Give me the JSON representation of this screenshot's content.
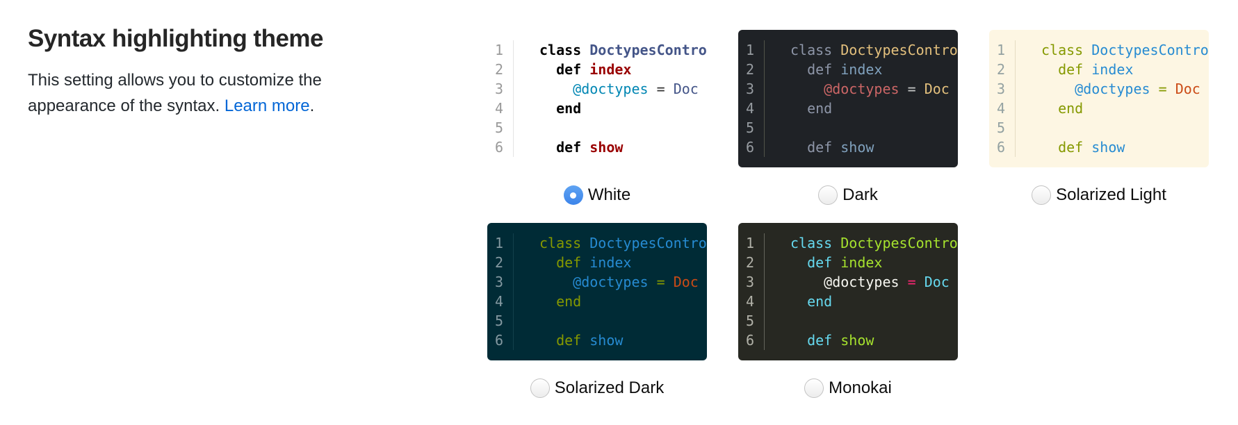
{
  "title": "Syntax highlighting theme",
  "description": {
    "text": "This setting allows you to customize the appearance of the syntax. ",
    "link_label": "Learn more",
    "suffix": "."
  },
  "accent": {
    "link_blue": "#0366d6",
    "radio_selected_blue": "#4a90e2"
  },
  "code_sample": {
    "line_numbers": [
      "1",
      "2",
      "3",
      "4",
      "5",
      "6"
    ],
    "lines": [
      [
        {
          "type": "keyword",
          "text": "class"
        },
        {
          "type": "plain",
          "text": " "
        },
        {
          "type": "classname",
          "text": "DoctypesContro"
        }
      ],
      [
        {
          "type": "plain",
          "text": "  "
        },
        {
          "type": "keyword",
          "text": "def"
        },
        {
          "type": "plain",
          "text": " "
        },
        {
          "type": "method",
          "text": "index"
        }
      ],
      [
        {
          "type": "plain",
          "text": "    "
        },
        {
          "type": "ivar",
          "text": "@doctypes"
        },
        {
          "type": "plain",
          "text": " "
        },
        {
          "type": "operator",
          "text": "="
        },
        {
          "type": "plain",
          "text": " "
        },
        {
          "type": "constant",
          "text": "Doc"
        }
      ],
      [
        {
          "type": "plain",
          "text": "  "
        },
        {
          "type": "keyword",
          "text": "end"
        }
      ],
      [],
      [
        {
          "type": "plain",
          "text": "  "
        },
        {
          "type": "keyword",
          "text": "def"
        },
        {
          "type": "plain",
          "text": " "
        },
        {
          "type": "method",
          "text": "show"
        }
      ]
    ]
  },
  "themes": [
    {
      "id": "white",
      "label": "White",
      "selected": true,
      "bold_keywords": true,
      "colors": {
        "bg": "#ffffff",
        "gutter_fg": "#999999",
        "gutter_border": "#e4e4e4",
        "plain": "#333333",
        "keyword": "#000000",
        "classname": "#445588",
        "method": "#990000",
        "ivar": "#0086b3",
        "operator": "#333333",
        "constant": "#445588"
      }
    },
    {
      "id": "dark",
      "label": "Dark",
      "selected": false,
      "bold_keywords": false,
      "colors": {
        "bg": "#1f2226",
        "gutter_fg": "#979ca1",
        "gutter_border": "#50534a",
        "plain": "#c5c8c6",
        "keyword": "#8e96a8",
        "classname": "#e3c07d",
        "method": "#81a2be",
        "ivar": "#cc6666",
        "operator": "#c5c8c6",
        "constant": "#e3c07d"
      }
    },
    {
      "id": "solarized-light",
      "label": "Solarized Light",
      "selected": false,
      "bold_keywords": false,
      "colors": {
        "bg": "#fdf6e3",
        "gutter_fg": "#93a1a1",
        "gutter_border": "#e5ddc2",
        "plain": "#657b83",
        "keyword": "#859900",
        "classname": "#268bd2",
        "method": "#268bd2",
        "ivar": "#268bd2",
        "operator": "#859900",
        "constant": "#cb4b16"
      }
    },
    {
      "id": "solarized-dark",
      "label": "Solarized Dark",
      "selected": false,
      "bold_keywords": false,
      "colors": {
        "bg": "#002b36",
        "gutter_fg": "#8499a1",
        "gutter_border": "#12404c",
        "plain": "#839496",
        "keyword": "#859900",
        "classname": "#268bd2",
        "method": "#268bd2",
        "ivar": "#268bd2",
        "operator": "#859900",
        "constant": "#cb4b16"
      }
    },
    {
      "id": "monokai",
      "label": "Monokai",
      "selected": false,
      "bold_keywords": false,
      "colors": {
        "bg": "#272822",
        "gutter_fg": "#b1b1a8",
        "gutter_border": "#64655c",
        "plain": "#f8f8f2",
        "keyword": "#66d9ef",
        "classname": "#a6e22e",
        "method": "#a6e22e",
        "ivar": "#f8f8f2",
        "operator": "#f92672",
        "constant": "#66d9ef"
      }
    }
  ]
}
